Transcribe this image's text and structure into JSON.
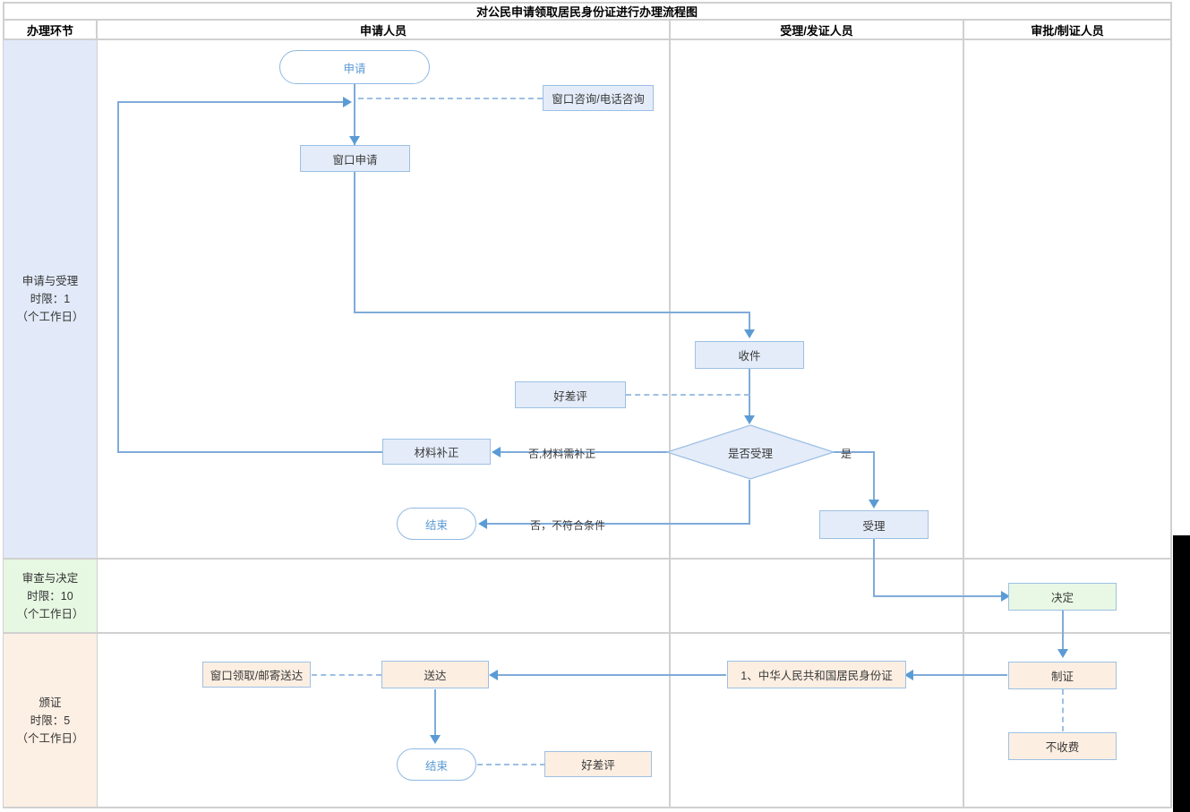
{
  "title": "对公民申请领取居民身份证进行办理流程图",
  "columns": [
    {
      "label": "办理环节"
    },
    {
      "label": "申请人员"
    },
    {
      "label": "受理/发证人员"
    },
    {
      "label": "审批/制证人员"
    }
  ],
  "stages": [
    {
      "name": "申请与受理",
      "limit": "时限：1",
      "unit": "（个工作日）"
    },
    {
      "name": "审查与决定",
      "limit": "时限：10",
      "unit": "（个工作日）"
    },
    {
      "name": "颁证",
      "limit": "时限：5",
      "unit": "（个工作日）"
    }
  ],
  "nodes": {
    "apply": "申请",
    "consult": "窗口咨询/电话咨询",
    "window_apply": "窗口申请",
    "receive": "收件",
    "review_rating_top": "好差评",
    "decision": "是否受理",
    "material_fix": "材料补正",
    "end_top": "结束",
    "accept": "受理",
    "decide": "决定",
    "make_card": "制证",
    "no_fee": "不收费",
    "id_card": "1、中华人民共和国居民身份证",
    "deliver": "送达",
    "pickup": "窗口领取/邮寄送达",
    "end_bottom": "结束",
    "review_rating_bottom": "好差评"
  },
  "edge_labels": {
    "no_need_fix": "否,材料需补正",
    "yes": "是",
    "no_not_qualified": "否，不符合条件"
  },
  "colors": {
    "node_blue_fill": "#e4ecf9",
    "node_orange_fill": "#fcefe2",
    "node_green_fill": "#e9f8e4",
    "node_border": "#9dc0e4",
    "connector": "#7fabd9",
    "arrow": "#5b9bd5",
    "terminator_text": "#5b9bd5",
    "stage_blue": "#e2eaf9",
    "stage_green": "#e6f7e2",
    "stage_orange": "#fcefe4",
    "table_border": "#d0d0d0"
  }
}
